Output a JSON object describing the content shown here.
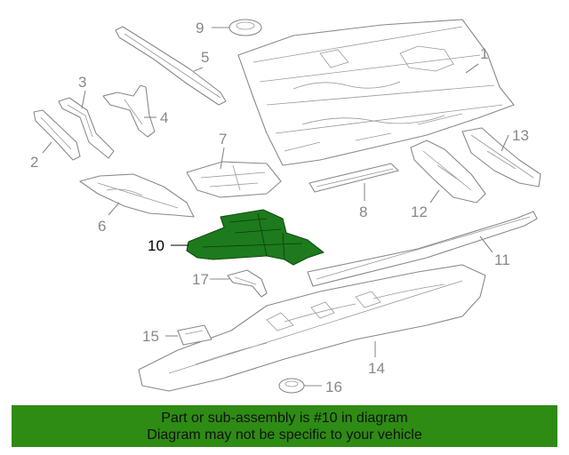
{
  "diagram": {
    "highlight_color": "#1d7a1d",
    "callouts": [
      {
        "id": "1",
        "label": "1"
      },
      {
        "id": "2",
        "label": "2"
      },
      {
        "id": "3",
        "label": "3"
      },
      {
        "id": "4",
        "label": "4"
      },
      {
        "id": "5",
        "label": "5"
      },
      {
        "id": "6",
        "label": "6"
      },
      {
        "id": "7",
        "label": "7"
      },
      {
        "id": "8",
        "label": "8"
      },
      {
        "id": "9",
        "label": "9"
      },
      {
        "id": "10",
        "label": "10",
        "highlighted": true
      },
      {
        "id": "11",
        "label": "11"
      },
      {
        "id": "12",
        "label": "12"
      },
      {
        "id": "13",
        "label": "13"
      },
      {
        "id": "14",
        "label": "14"
      },
      {
        "id": "15",
        "label": "15"
      },
      {
        "id": "16",
        "label": "16"
      },
      {
        "id": "17",
        "label": "17"
      }
    ]
  },
  "banner": {
    "background": "#2e8b14",
    "line1": "Part or sub-assembly is #10 in diagram",
    "line2": "Diagram may not be specific to your vehicle"
  }
}
